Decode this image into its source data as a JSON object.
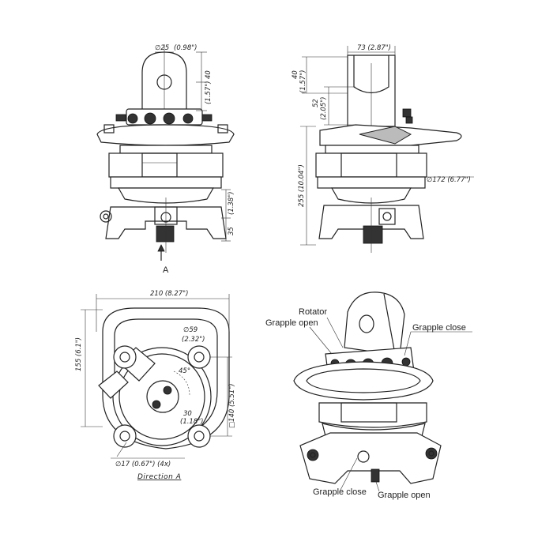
{
  "front_view": {
    "dim_pin": "∅25",
    "dim_pin_in": "(0.98\")",
    "dim_top": "40",
    "dim_top_in": "(1.57\")",
    "dim_bottom_in": "(1.38\")",
    "dim_bottom": "35",
    "arrow_label": "A"
  },
  "side_view": {
    "dim_width": "73 (2.87\")",
    "dim_top": "40",
    "dim_top_in": "(1.57\")",
    "dim_mid": "52",
    "dim_mid_in": "(2.05\")",
    "dim_height": "255 (10.04\")",
    "dim_dia": "∅172 (6.77\")"
  },
  "bottom_view": {
    "dim_width": "210 (8.27\")",
    "dim_height": "155 (6.1\")",
    "dim_center": "∅59",
    "dim_center_in": "(2.32\")",
    "dim_angle": "45°",
    "dim_30": "30",
    "dim_30_in": "(1.18\")",
    "dim_bolt_circle": "□140 (5.51\")",
    "dim_holes": "∅17 (0.67\") (4x)",
    "caption": "Direction A"
  },
  "iso_view": {
    "label_rotator": "Rotator",
    "label_grapple_open_top": "Grapple open",
    "label_grapple_close_top": "Grapple close",
    "label_grapple_close_bottom": "Grapple close",
    "label_grapple_open_bottom": "Grapple open"
  }
}
